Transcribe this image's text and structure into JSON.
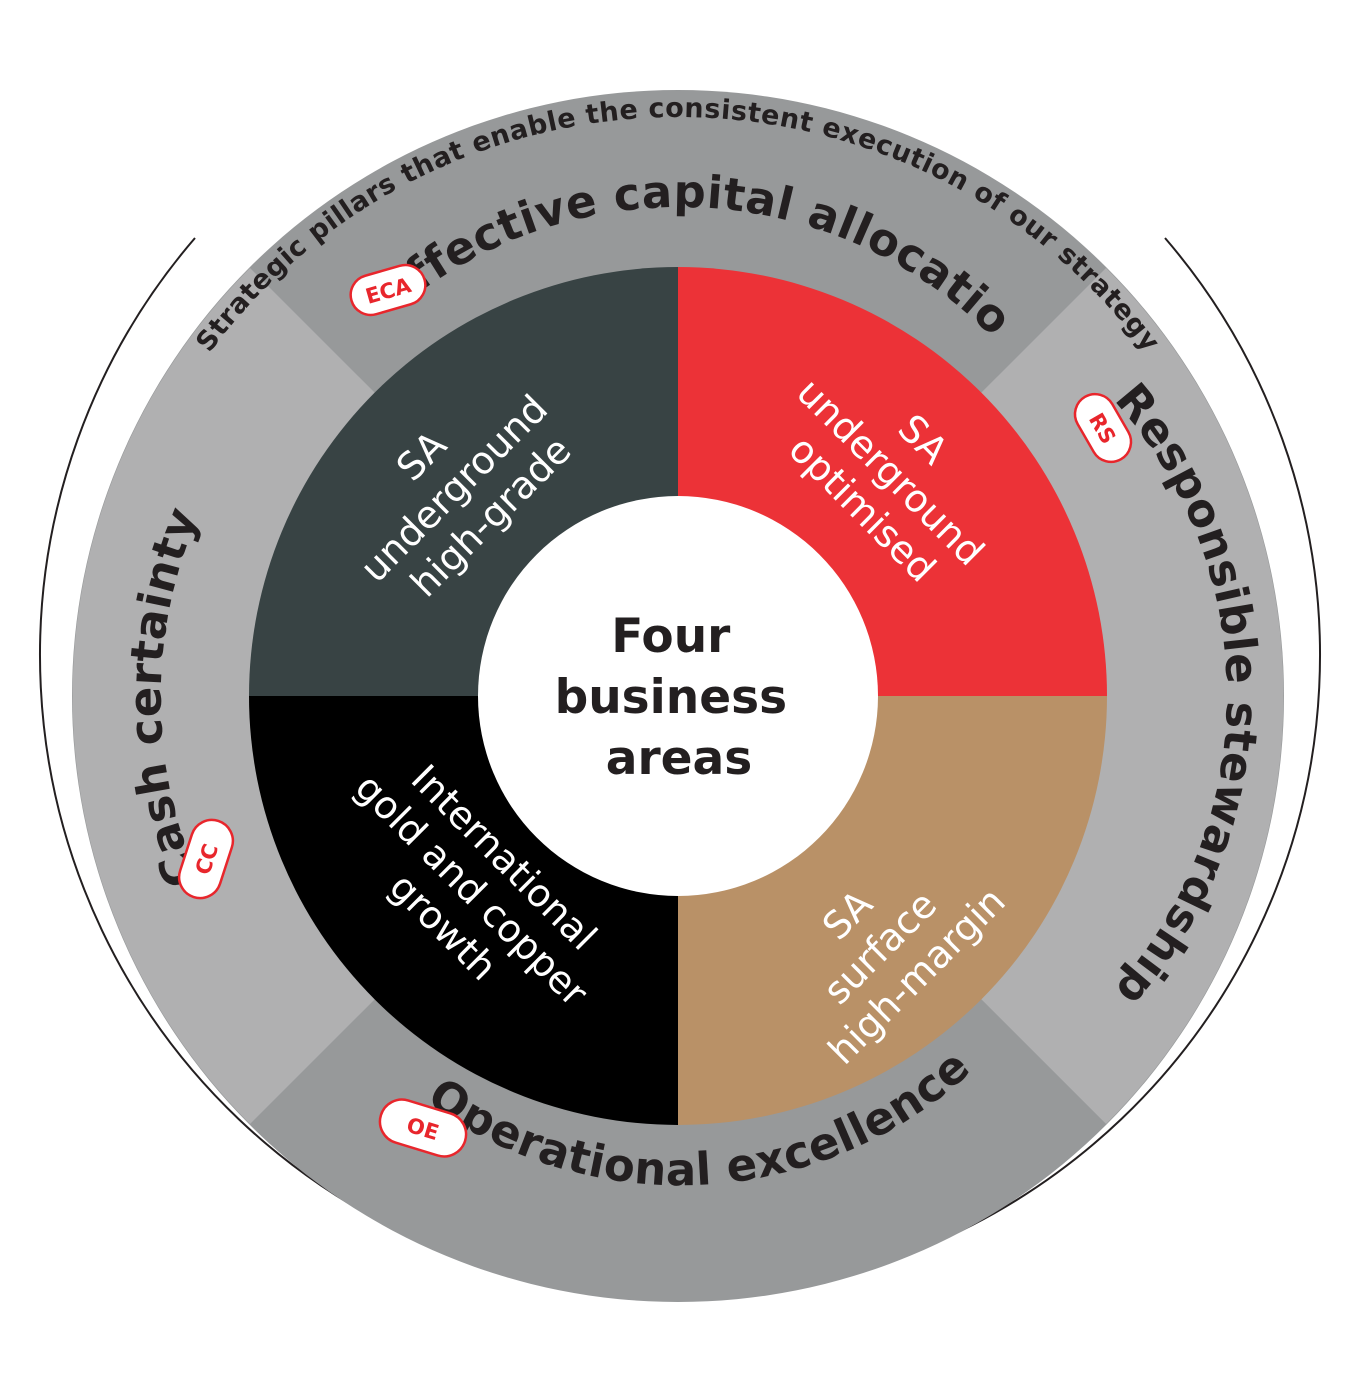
{
  "outer_caption": "Strategic pillars that enable the consistent execution of our strategy",
  "center": {
    "lines": [
      "Four",
      "business",
      "areas"
    ]
  },
  "pillars": [
    {
      "label": "Effective capital allocation",
      "badge": "ECA"
    },
    {
      "label": "Responsible stewardship",
      "badge": "RS"
    },
    {
      "label": "Operational excellence",
      "badge": "OE"
    },
    {
      "label": "Cash certainty",
      "badge": "CC"
    }
  ],
  "business_areas": [
    {
      "lines": [
        "SA",
        "underground",
        "high-grade"
      ],
      "color": "#384344"
    },
    {
      "lines": [
        "SA",
        "underground",
        "optimised"
      ],
      "color": "#ec3237"
    },
    {
      "lines": [
        "SA",
        "surface",
        "high-margin"
      ],
      "color": "#b99167"
    },
    {
      "lines": [
        "International",
        "gold and copper",
        "growth"
      ],
      "color": "#000000"
    }
  ],
  "colors": {
    "outer_ring": "#97999a",
    "pillar_band_light": "#b0b0b1",
    "pillar_band_dark": "#97999a",
    "divider": "#9a9b9c",
    "badge_border": "#e8262c",
    "text_dark": "#231f20"
  }
}
